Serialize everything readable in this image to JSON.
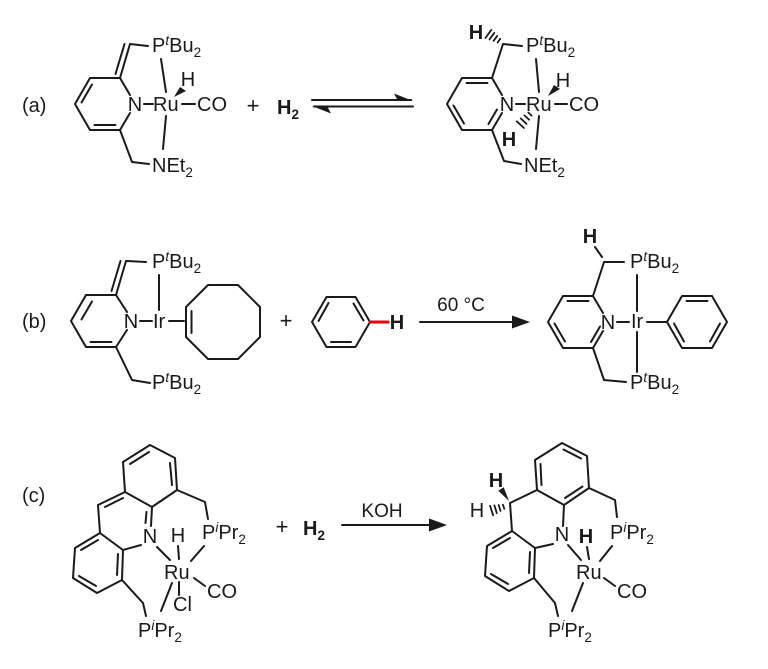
{
  "colors": {
    "highlight": "#ee0000",
    "ink": "#1a1a1a",
    "background": "#ffffff"
  },
  "panels": {
    "a": "(a)",
    "b": "(b)",
    "c": "(c)"
  },
  "operators": {
    "plus": "+"
  },
  "reagents": {
    "dihydrogen_symbol": "H",
    "dihydrogen_subscript": "2"
  },
  "conditions": {
    "panel_b": "60 °C",
    "panel_c": "KOH"
  },
  "atoms": {
    "P": "P",
    "N": "N",
    "H": "H",
    "Ru": "Ru",
    "Ir": "Ir",
    "CO": "CO",
    "Cl": "Cl",
    "NEt": "NEt",
    "tert": "t",
    "iso": "i",
    "Bu": "Bu",
    "Pr": "Pr",
    "sub2": "2"
  }
}
